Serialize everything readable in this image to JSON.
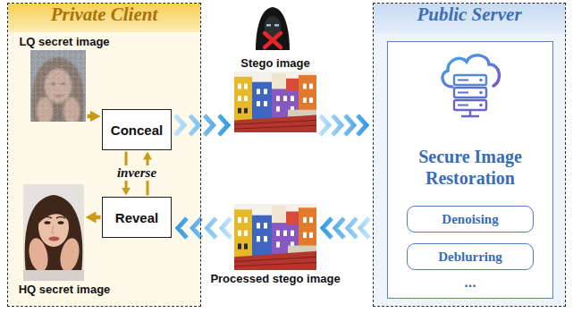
{
  "diagram": {
    "nodes": [
      {
        "text": [
          "Private Client"
        ]
      },
      {
        "text": [
          "LQ secret image"
        ],
        "in": 0
      },
      {
        "text": [
          "Conceal"
        ],
        "in": 0
      },
      {
        "text": [
          "Reveal"
        ],
        "in": 0
      },
      {
        "text": [
          "HQ secret image"
        ],
        "in": 0
      },
      {
        "text": [
          "Stego image"
        ]
      },
      {
        "text": [
          "Processed stego image"
        ]
      },
      {
        "text": [
          "Public Server"
        ]
      },
      {
        "text": [
          "Secure Image Restoration"
        ],
        "in": 7
      },
      {
        "text": [
          "Denoising"
        ],
        "in": 8
      },
      {
        "text": [
          "Deblurring"
        ],
        "in": 8
      }
    ],
    "edges": [
      {
        "from": 1,
        "to": 2,
        "arrow": "to"
      },
      {
        "from": 2,
        "to": 3,
        "arrow": "to"
      },
      {
        "from": 3,
        "to": 2,
        "arrow": "to"
      },
      {
        "from": 3,
        "to": 4,
        "arrow": "to"
      },
      {
        "from": 2,
        "to": 5,
        "arrow": "to"
      },
      {
        "from": 5,
        "to": 7,
        "arrow": "to"
      },
      {
        "from": 7,
        "to": 6,
        "arrow": "to"
      },
      {
        "from": 6,
        "to": 3,
        "arrow": "to"
      }
    ],
    "labels": [
      "inverse",
      "..."
    ]
  }
}
